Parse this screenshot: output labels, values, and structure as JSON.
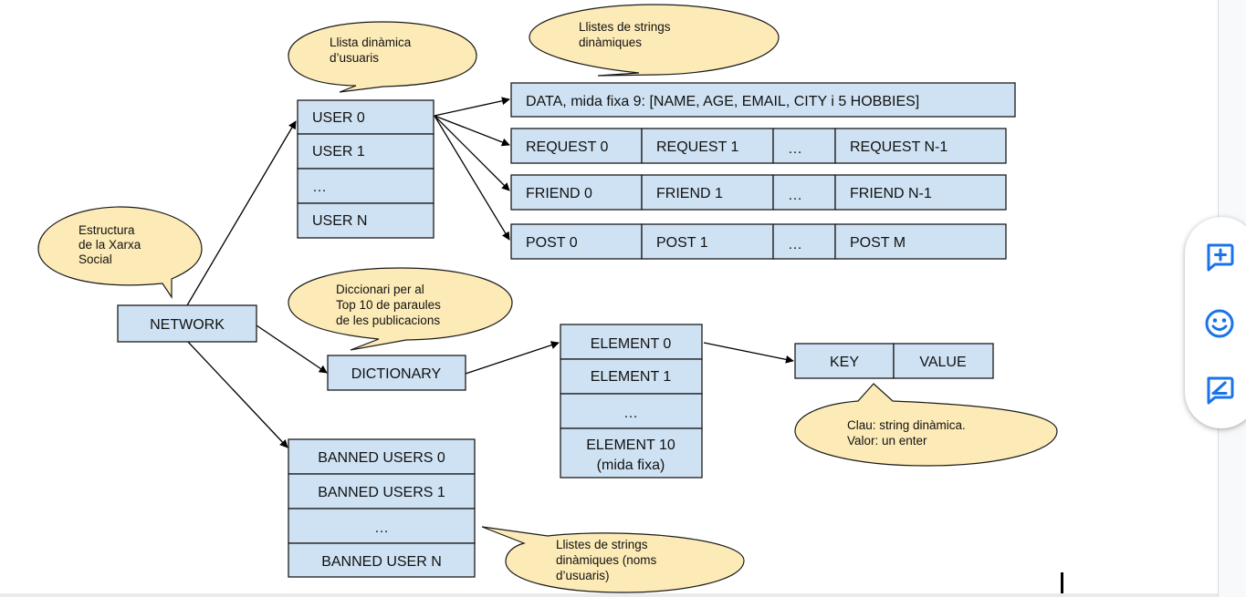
{
  "diagram": {
    "network": "NETWORK",
    "users": [
      "USER 0",
      "USER 1",
      "…",
      "USER N"
    ],
    "data_row": "DATA, mida fixa 9: [NAME, AGE, EMAIL, CITY i 5 HOBBIES]",
    "requests": [
      "REQUEST 0",
      "REQUEST 1",
      "…",
      "REQUEST N-1"
    ],
    "friends": [
      "FRIEND 0",
      "FRIEND 1",
      "…",
      "FRIEND N-1"
    ],
    "posts": [
      "POST 0",
      "POST 1",
      "…",
      "POST M"
    ],
    "dictionary": "DICTIONARY",
    "elements": [
      [
        "ELEMENT 0"
      ],
      [
        "ELEMENT  1"
      ],
      [
        "…"
      ],
      [
        "ELEMENT  10",
        "(mida fixa)"
      ]
    ],
    "key": "KEY",
    "value": "VALUE",
    "banned": [
      "BANNED USERS 0",
      "BANNED USERS 1",
      "…",
      "BANNED USER N"
    ],
    "callouts": {
      "network": [
        "Estructura",
        "de la Xarxa",
        "Social"
      ],
      "users": [
        "Llista dinàmica",
        "d’usuaris"
      ],
      "strings": [
        "Llistes de strings",
        "dinàmiques"
      ],
      "dictionary": [
        "Diccionari per al",
        "Top 10 de paraules",
        "de les publicacions"
      ],
      "keyvalue": [
        "Clau: string dinàmica.",
        "Valor: un enter"
      ],
      "banned": [
        "Llistes de strings",
        "dinàmiques (noms",
        "d’usuaris)"
      ]
    }
  },
  "colors": {
    "box_fill": "#cfe2f3",
    "box_stroke": "#1a1a1a",
    "bubble_fill": "#fdebb7",
    "bubble_stroke": "#1a1a1a",
    "toolbar_icon": "#1a73e8"
  },
  "toolbar": {
    "icons": [
      "add-comment-icon",
      "emoji-reaction-icon",
      "suggest-edit-icon"
    ]
  }
}
